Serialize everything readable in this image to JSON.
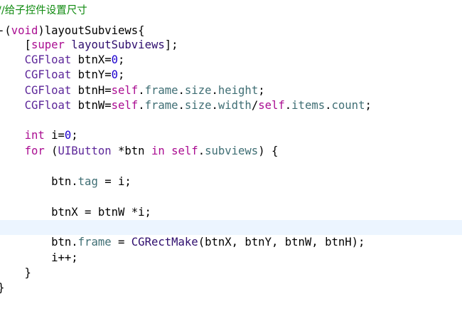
{
  "editor": {
    "lines": [
      {
        "tokens": [
          {
            "t": "//给子控件设置尺寸",
            "c": "comment"
          }
        ]
      },
      {
        "tokens": [
          {
            "t": "-(",
            "c": "plain"
          },
          {
            "t": "void",
            "c": "keyword"
          },
          {
            "t": ")layoutSubviews{",
            "c": "plain"
          }
        ]
      },
      {
        "tokens": [
          {
            "t": "    [",
            "c": "plain"
          },
          {
            "t": "super",
            "c": "keyword"
          },
          {
            "t": " ",
            "c": "plain"
          },
          {
            "t": "layoutSubviews",
            "c": "method"
          },
          {
            "t": "];",
            "c": "plain"
          }
        ]
      },
      {
        "tokens": [
          {
            "t": "    ",
            "c": "plain"
          },
          {
            "t": "CGFloat",
            "c": "class"
          },
          {
            "t": " btnX=",
            "c": "plain"
          },
          {
            "t": "0",
            "c": "num"
          },
          {
            "t": ";",
            "c": "plain"
          }
        ]
      },
      {
        "tokens": [
          {
            "t": "    ",
            "c": "plain"
          },
          {
            "t": "CGFloat",
            "c": "class"
          },
          {
            "t": " btnY=",
            "c": "plain"
          },
          {
            "t": "0",
            "c": "num"
          },
          {
            "t": ";",
            "c": "plain"
          }
        ]
      },
      {
        "tokens": [
          {
            "t": "    ",
            "c": "plain"
          },
          {
            "t": "CGFloat",
            "c": "class"
          },
          {
            "t": " btnH=",
            "c": "plain"
          },
          {
            "t": "self",
            "c": "keyword"
          },
          {
            "t": ".",
            "c": "plain"
          },
          {
            "t": "frame",
            "c": "prop"
          },
          {
            "t": ".",
            "c": "plain"
          },
          {
            "t": "size",
            "c": "prop"
          },
          {
            "t": ".",
            "c": "plain"
          },
          {
            "t": "height",
            "c": "prop"
          },
          {
            "t": ";",
            "c": "plain"
          }
        ]
      },
      {
        "tokens": [
          {
            "t": "    ",
            "c": "plain"
          },
          {
            "t": "CGFloat",
            "c": "class"
          },
          {
            "t": " btnW=",
            "c": "plain"
          },
          {
            "t": "self",
            "c": "keyword"
          },
          {
            "t": ".",
            "c": "plain"
          },
          {
            "t": "frame",
            "c": "prop"
          },
          {
            "t": ".",
            "c": "plain"
          },
          {
            "t": "size",
            "c": "prop"
          },
          {
            "t": ".",
            "c": "plain"
          },
          {
            "t": "width",
            "c": "prop"
          },
          {
            "t": "/",
            "c": "plain"
          },
          {
            "t": "self",
            "c": "keyword"
          },
          {
            "t": ".",
            "c": "plain"
          },
          {
            "t": "items",
            "c": "prop"
          },
          {
            "t": ".",
            "c": "plain"
          },
          {
            "t": "count",
            "c": "prop"
          },
          {
            "t": ";",
            "c": "plain"
          }
        ]
      },
      {
        "tokens": []
      },
      {
        "tokens": [
          {
            "t": "    ",
            "c": "plain"
          },
          {
            "t": "int",
            "c": "keyword"
          },
          {
            "t": " i=",
            "c": "plain"
          },
          {
            "t": "0",
            "c": "num"
          },
          {
            "t": ";",
            "c": "plain"
          }
        ]
      },
      {
        "tokens": [
          {
            "t": "    ",
            "c": "plain"
          },
          {
            "t": "for",
            "c": "keyword"
          },
          {
            "t": " (",
            "c": "plain"
          },
          {
            "t": "UIButton",
            "c": "class"
          },
          {
            "t": " *btn ",
            "c": "plain"
          },
          {
            "t": "in",
            "c": "keyword"
          },
          {
            "t": " ",
            "c": "plain"
          },
          {
            "t": "self",
            "c": "keyword"
          },
          {
            "t": ".",
            "c": "plain"
          },
          {
            "t": "subviews",
            "c": "prop"
          },
          {
            "t": ") {",
            "c": "plain"
          }
        ]
      },
      {
        "tokens": []
      },
      {
        "tokens": [
          {
            "t": "        btn.",
            "c": "plain"
          },
          {
            "t": "tag",
            "c": "prop"
          },
          {
            "t": " = i;",
            "c": "plain"
          }
        ]
      },
      {
        "tokens": []
      },
      {
        "tokens": [
          {
            "t": "        btnX = btnW *i;",
            "c": "plain"
          }
        ]
      },
      {
        "tokens": []
      },
      {
        "tokens": [
          {
            "t": "        btn.",
            "c": "plain"
          },
          {
            "t": "frame",
            "c": "prop"
          },
          {
            "t": " = ",
            "c": "plain"
          },
          {
            "t": "CGRectMake",
            "c": "method"
          },
          {
            "t": "(btnX, btnY, btnW, btnH);",
            "c": "plain"
          }
        ]
      },
      {
        "tokens": [
          {
            "t": "        i++;",
            "c": "plain"
          }
        ]
      },
      {
        "tokens": [
          {
            "t": "    }",
            "c": "plain"
          }
        ]
      },
      {
        "tokens": [
          {
            "t": "}",
            "c": "plain"
          }
        ]
      }
    ]
  }
}
